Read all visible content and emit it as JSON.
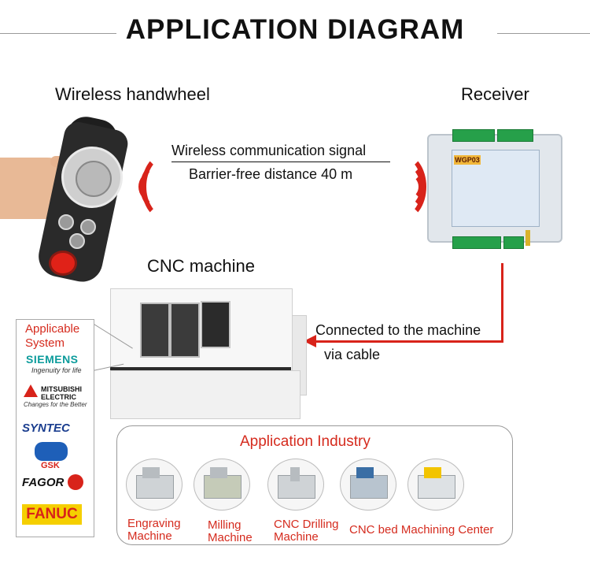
{
  "title": "APPLICATION DIAGRAM",
  "handwheel": {
    "label": "Wireless handwheel"
  },
  "receiver": {
    "label": "Receiver",
    "model": "WGP03"
  },
  "signal": {
    "line1": "Wireless communication signal",
    "line2": "Barrier-free distance 40 m"
  },
  "cnc": {
    "label": "CNC machine"
  },
  "cable": {
    "line1": "Connected to the machine",
    "line2": "via cable"
  },
  "applicable_system": {
    "title_line1": "Applicable",
    "title_line2": "System",
    "brands": {
      "siemens": "SIEMENS",
      "siemens_tag": "Ingenuity for life",
      "mitsubishi": "MITSUBISHI ELECTRIC",
      "mitsubishi_tag": "Changes for the Better",
      "syntec": "SYNTEC",
      "gsk": "GSK",
      "fagor": "FAGOR",
      "fanuc": "FANUC"
    }
  },
  "industry": {
    "title": "Application Industry",
    "items": [
      {
        "line1": "Engraving",
        "line2": "Machine"
      },
      {
        "line1": "Milling",
        "line2": "Machine"
      },
      {
        "line1": "CNC Drilling",
        "line2": "Machine"
      },
      {
        "line1": "CNC bed Machining Center",
        "line2": ""
      }
    ]
  },
  "colors": {
    "accent_red": "#d52b1e",
    "wave_red": "#d8231a",
    "terminal_green": "#26a04a",
    "fanuc_yellow": "#f5cf00"
  }
}
